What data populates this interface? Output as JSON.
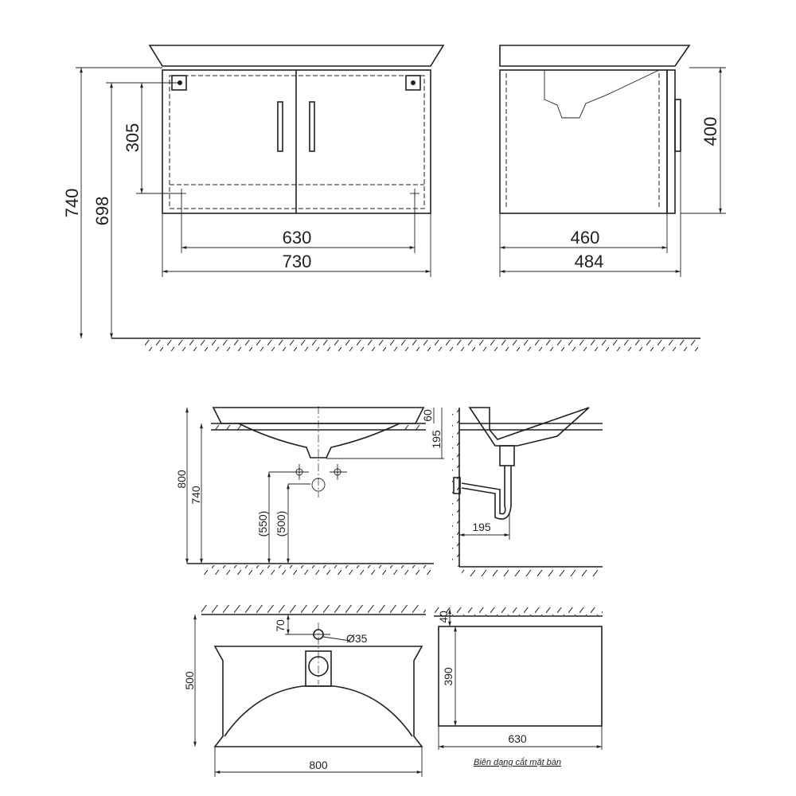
{
  "front_view": {
    "dims": {
      "total_height": "740",
      "mount_height": "698",
      "bracket_spacing_v": "305",
      "bracket_spacing_h": "630",
      "width": "730"
    }
  },
  "side_view": {
    "dims": {
      "height": "400",
      "inner_depth": "460",
      "depth": "484"
    }
  },
  "basin_section": {
    "dims": {
      "top_height": "800",
      "counter_height": "740",
      "supply_height": "(550)",
      "drain_height": "(500)",
      "rim": "60",
      "bowl_depth": "195"
    }
  },
  "trap_view": {
    "dims": {
      "trap_offset": "195"
    }
  },
  "basin_plan": {
    "dims": {
      "depth": "500",
      "width": "800",
      "tap_offset": "70",
      "tap_hole": "Ø35"
    }
  },
  "cutout": {
    "dims": {
      "offset": "40",
      "depth": "390",
      "width": "630"
    },
    "caption": "Biên dạng cắt mặt bàn"
  },
  "colors": {
    "line": "#231f20",
    "background": "#ffffff"
  }
}
